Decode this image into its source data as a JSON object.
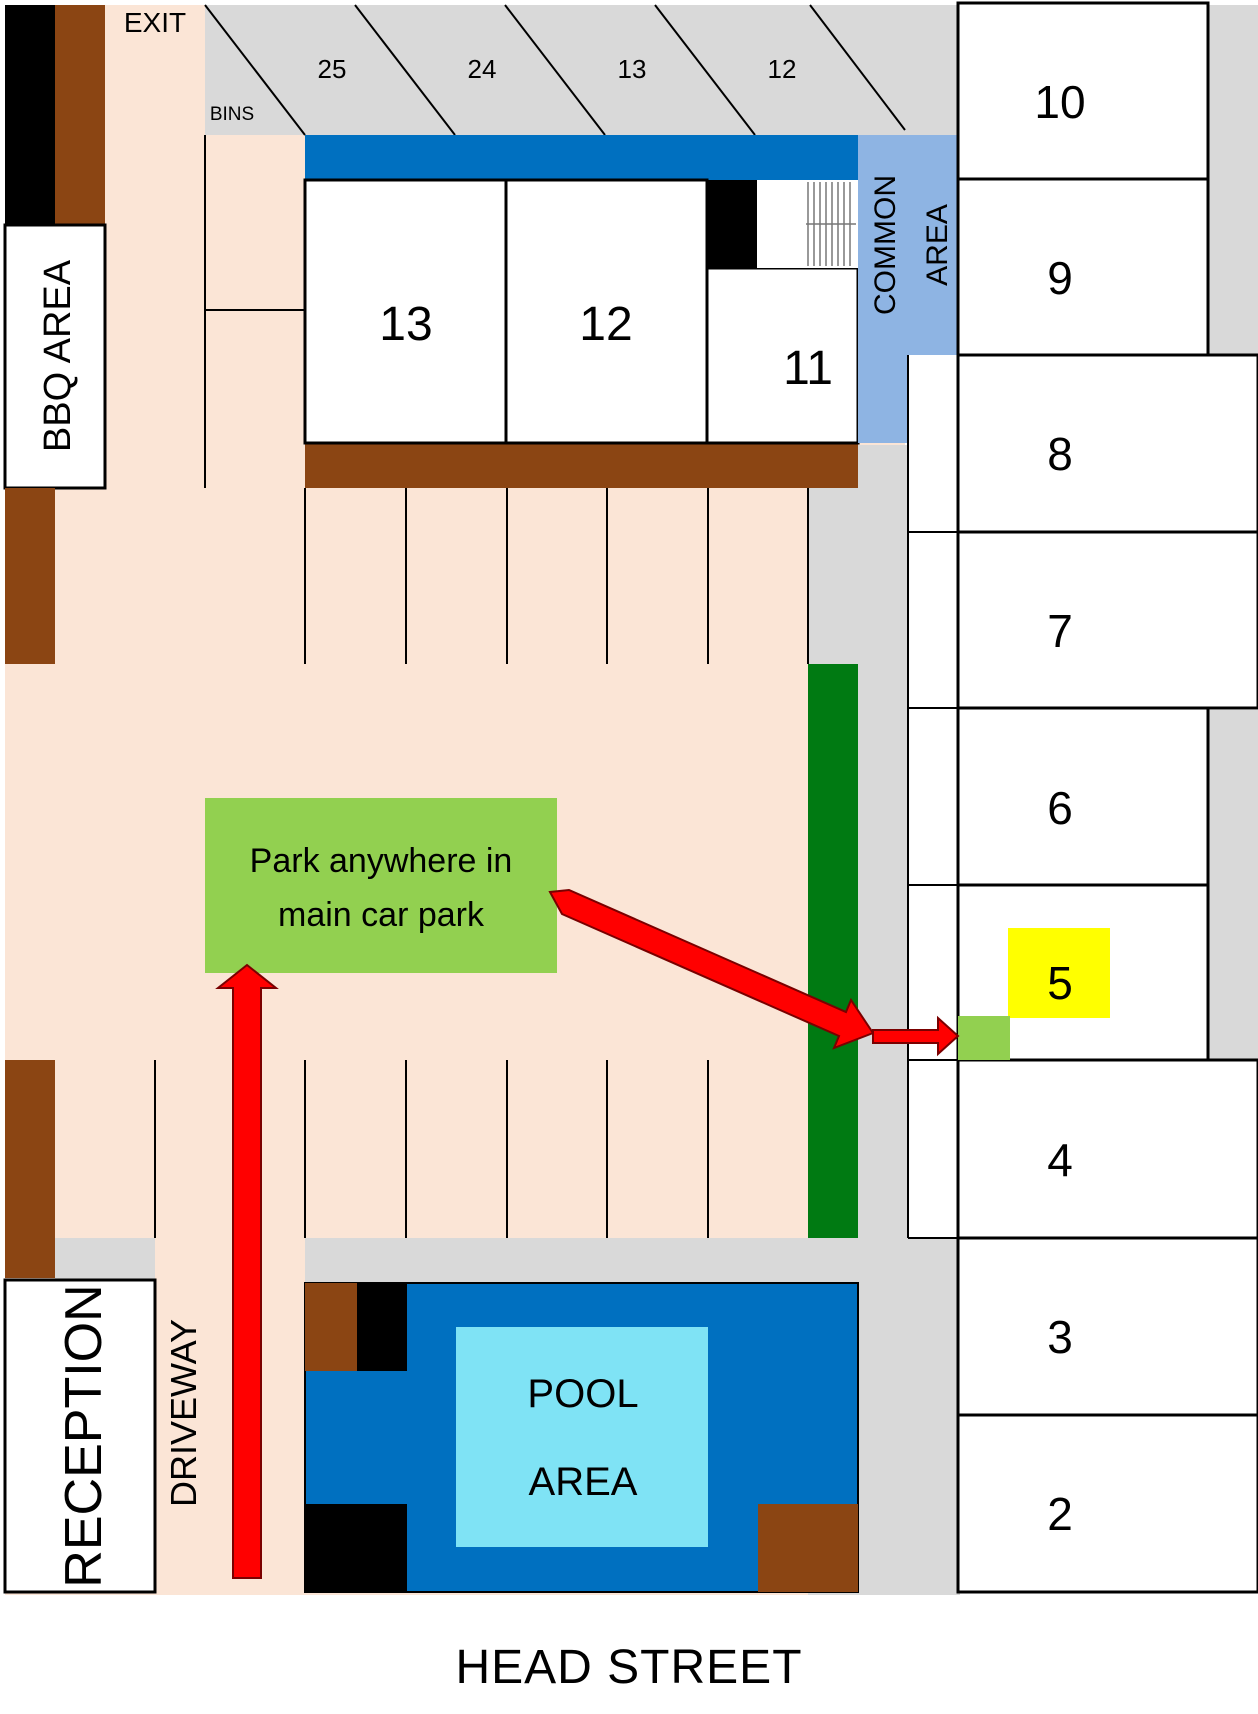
{
  "labels": {
    "exit": "EXIT",
    "bins": "BINS",
    "bbq_area": "BBQ AREA",
    "reception": "RECEPTION",
    "driveway": "DRIVEWAY",
    "common_line1": "COMMON",
    "common_line2": "AREA",
    "pool_line1": "POOL",
    "pool_line2": "AREA",
    "park_line1": "Park anywhere in",
    "park_line2": "main car park",
    "street": "HEAD STREET"
  },
  "top_bays": [
    "25",
    "24",
    "13",
    "12"
  ],
  "units": {
    "u13": "13",
    "u12": "12",
    "u11": "11",
    "u10": "10",
    "u9": "9",
    "u8": "8",
    "u7": "7",
    "u6": "6",
    "u5": "5",
    "u4": "4",
    "u3": "3",
    "u2": "2"
  },
  "colors": {
    "car_park": "#fbe5d6",
    "grey_path": "#d9d9d9",
    "brown": "#8b4513",
    "dark_blue": "#0070c0",
    "light_blue": "#8eb4e3",
    "pool": "#7fe3f5",
    "green_hedge": "#007a12",
    "light_green": "#92d050",
    "highlight": "#ffff00",
    "arrow": "#ff0000"
  }
}
